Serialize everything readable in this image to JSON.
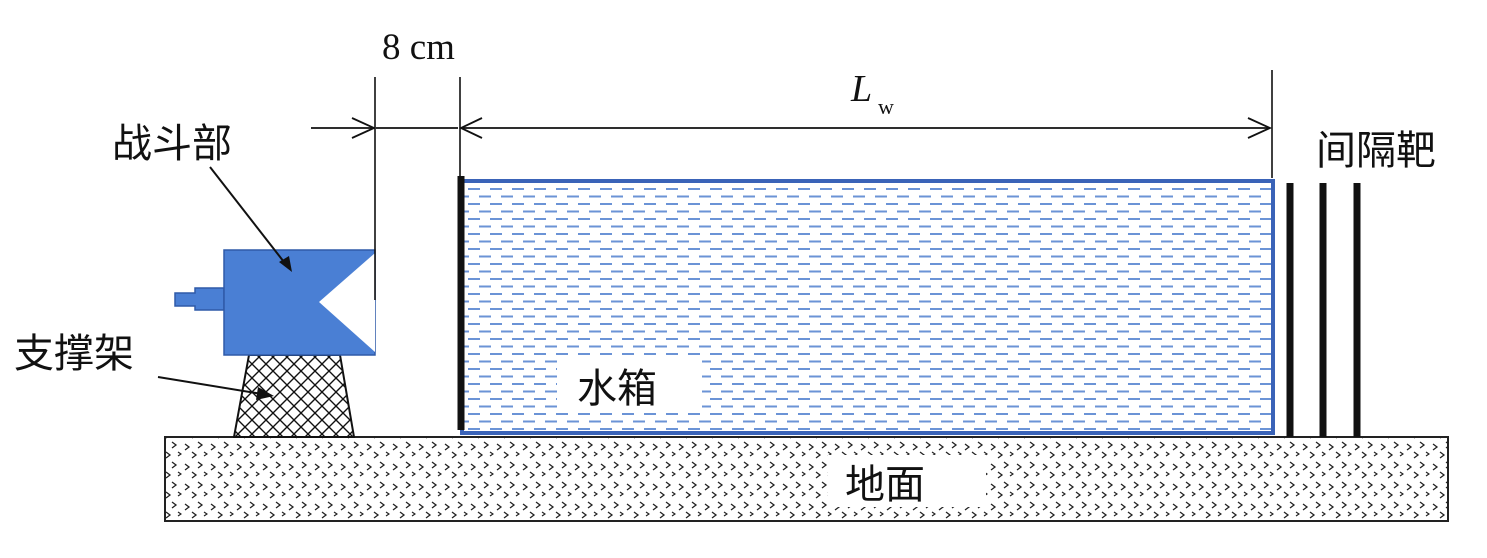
{
  "labels": {
    "warhead": "战斗部",
    "support": "支撑架",
    "water_tank": "水箱",
    "ground": "地面",
    "spaced_target": "间隔靶"
  },
  "dimensions": {
    "gap_label": "8 cm",
    "tank_length_symbol": "L",
    "tank_length_subscript": "w"
  },
  "colors": {
    "warhead_fill": "#4a7fd4",
    "water_dash": "#6b93d6",
    "tank_border": "#3a63b8",
    "ink": "#111111"
  }
}
